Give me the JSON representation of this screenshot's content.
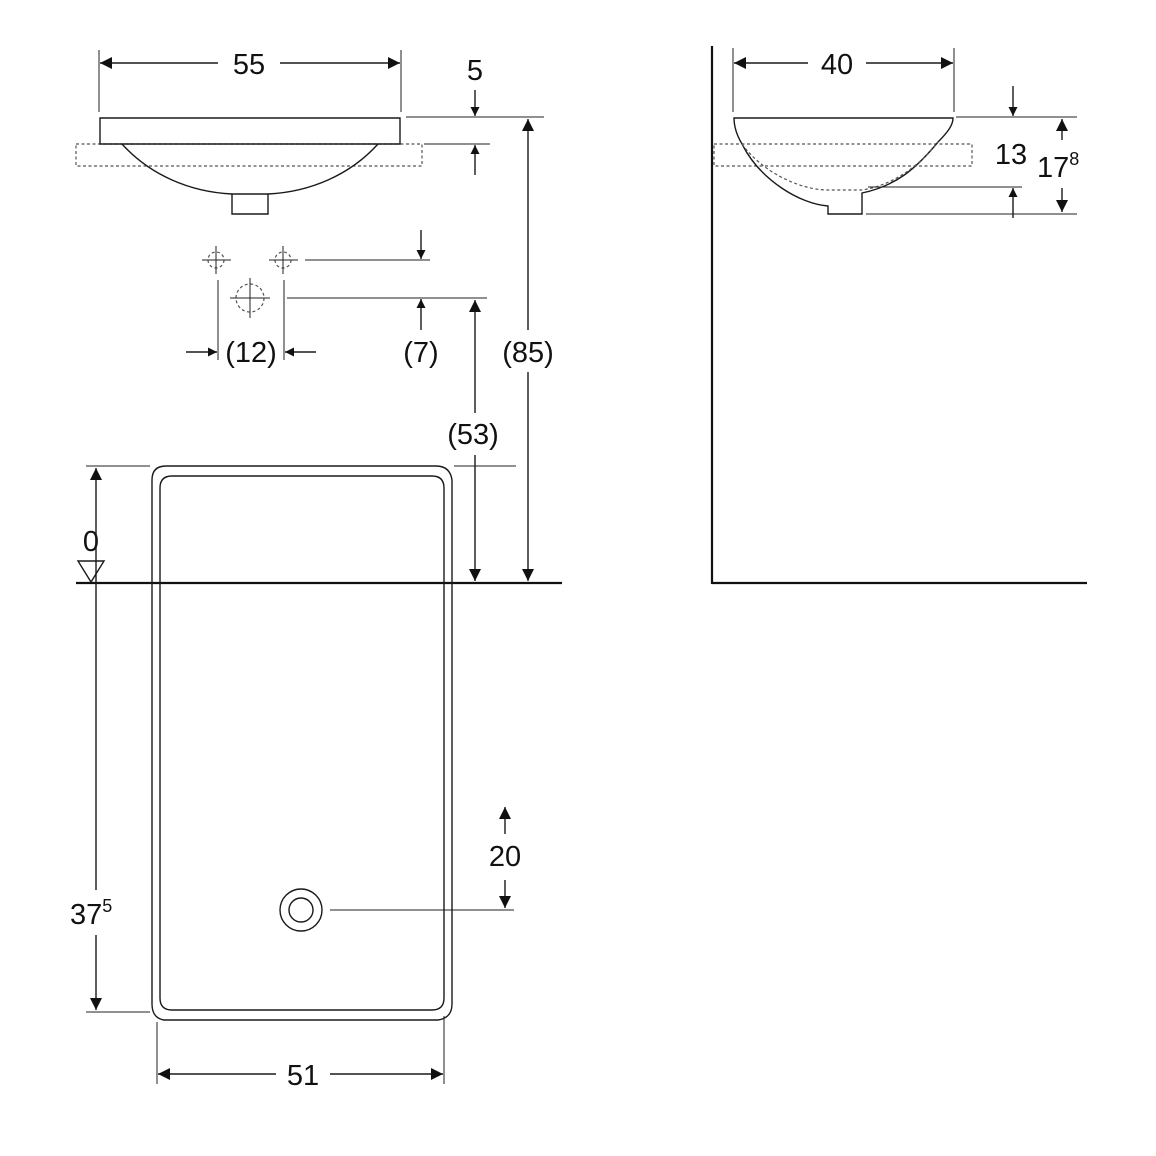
{
  "front_view": {
    "width": "55",
    "rim": "5",
    "tap_spacing": "(12)",
    "tap_offset": "(7)",
    "overall_height": "(85)",
    "outlet_height": "(53)",
    "floor_level": "0"
  },
  "side_view": {
    "depth": "40",
    "bowl_depth": "13",
    "total_depth": "17",
    "total_depth_sup": "8"
  },
  "plan_view": {
    "width": "51",
    "depth": "37",
    "depth_sup": "5",
    "drain_offset": "20"
  }
}
